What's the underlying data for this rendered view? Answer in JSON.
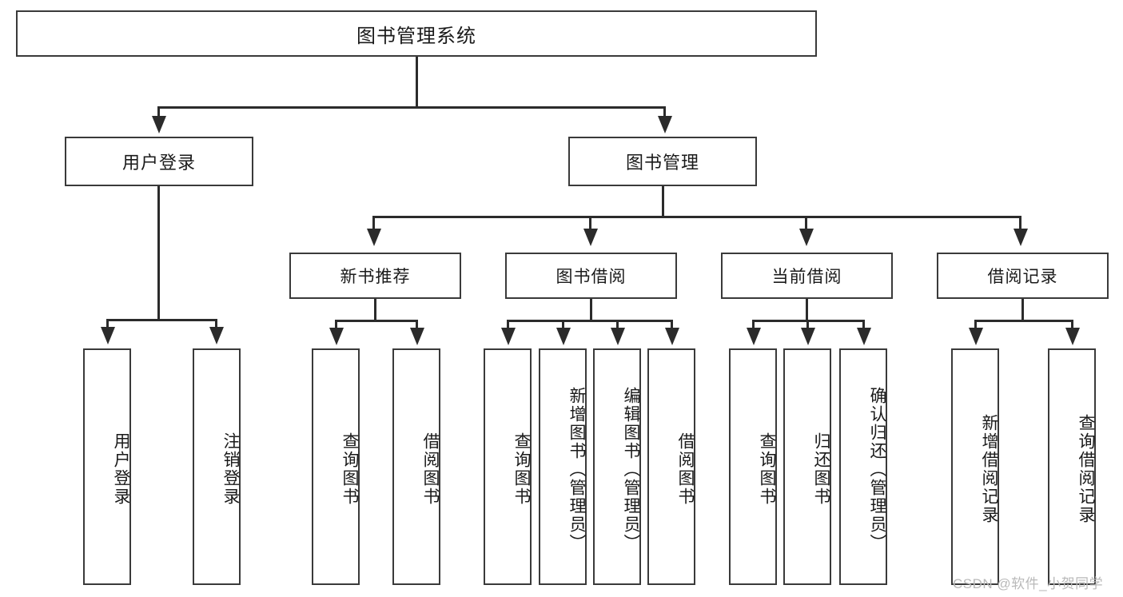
{
  "diagram": {
    "title": "图书管理系统",
    "root": {
      "label": "图书管理系统"
    },
    "level2": [
      {
        "label": "用户登录"
      },
      {
        "label": "图书管理"
      }
    ],
    "level3": [
      {
        "label": "新书推荐"
      },
      {
        "label": "图书借阅"
      },
      {
        "label": "当前借阅"
      },
      {
        "label": "借阅记录"
      }
    ],
    "leaves": {
      "user_login": [
        {
          "label": "用户登录"
        },
        {
          "label": "注销登录"
        }
      ],
      "new_book": [
        {
          "label": "查询图书"
        },
        {
          "label": "借阅图书"
        }
      ],
      "book_borrow": [
        {
          "label": "查询图书"
        },
        {
          "label": "新增图书（管理员）"
        },
        {
          "label": "编辑图书（管理员）"
        },
        {
          "label": "借阅图书"
        }
      ],
      "current_borrow": [
        {
          "label": "查询图书"
        },
        {
          "label": "归还图书"
        },
        {
          "label": "确认归还（管理员）"
        }
      ],
      "borrow_record": [
        {
          "label": "新增借阅记录"
        },
        {
          "label": "查询借阅记录"
        }
      ]
    }
  },
  "watermark": {
    "text": "CSDN @软件_小贺同学"
  },
  "colors": {
    "box_border": "#3a3a3a",
    "connector": "#2b2b2b",
    "background": "#ffffff",
    "text": "#1a1a1a",
    "watermark": "#b9b9b9"
  }
}
